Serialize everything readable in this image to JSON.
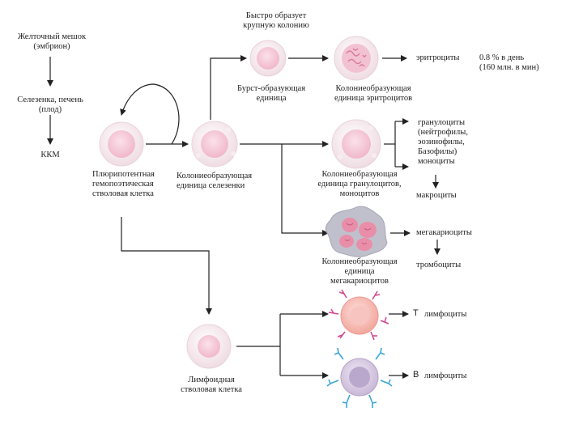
{
  "palette": {
    "line": "#222222",
    "cell_pink": "#f6c6d6",
    "cell_halo": "#f4e4ea",
    "nucleus_dark": "#e890ae",
    "mega_body": "#b9b9c6",
    "t_cell": "#f5b4ad",
    "t_receptor": "#d4448c",
    "b_cell": "#d8cbe2",
    "b_nucleus": "#b3a3c7",
    "b_receptor": "#3aa6d6"
  },
  "icons": [
    "hematopoietic-stem-cell-icon",
    "spleen-cfu-cell-icon",
    "burst-forming-unit-cell-icon",
    "cfu-erythrocyte-cell-icon",
    "cfu-gm-cell-icon",
    "cfu-megakaryocyte-cell-icon",
    "lymphoid-stem-cell-icon",
    "t-lymphocyte-cell-icon",
    "b-lymphocyte-cell-icon"
  ],
  "labels": {
    "yolk_sac": [
      "Желточный мешок",
      "(эмбрион)"
    ],
    "spleen_liver": [
      "Селезенка, печень",
      "(плод)"
    ],
    "bone_marrow": "ККМ",
    "fast_colony": [
      "Быстро образует",
      "крупную колонию"
    ],
    "burst_unit": [
      "Бурст-образующая",
      "единица"
    ],
    "cfu_e": [
      "Колониеобразующая",
      "единица эритроцитов"
    ],
    "erythrocytes": "эритроциты",
    "production_rate": [
      "0.8 % в день",
      "(160 млн. в мин)"
    ],
    "stem_cell": [
      "Плюрипотентная",
      "гемопоэтическая",
      "стволовая клетка"
    ],
    "cfu_s": [
      "Колониеобразующая",
      "единица селезенки"
    ],
    "granulocytes": [
      "гранулоциты",
      "(нейтрофилы,",
      "эозинофилы,",
      "Базофилы)",
      "моноциты"
    ],
    "cfu_gm": [
      "Колониеобразующая",
      "единица гранулоцитов,",
      "моноцитов"
    ],
    "macrophages": "макроциты",
    "megakaryocytes": "мегакариоциты",
    "cfu_meg": [
      "Колониеобразующая",
      "единица",
      "мегакариоцитов"
    ],
    "platelets": "тромбоциты",
    "lymphoid_stem": [
      "Лимфоидная",
      "стволовая клетка"
    ],
    "t_letter": "T",
    "t_lymphocytes": "лимфоциты",
    "b_letter": "B",
    "b_lymphocytes": "лимфоциты"
  }
}
